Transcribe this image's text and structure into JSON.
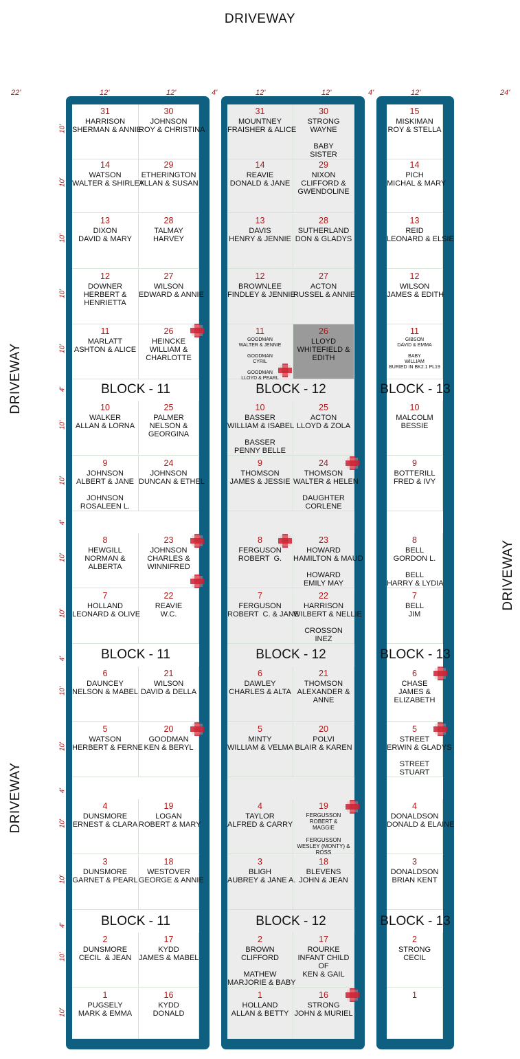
{
  "colors": {
    "frame": "#0e5f80",
    "number": "#b01616",
    "dimension": "#b01616",
    "grid": "#d6e2d6"
  },
  "driveways": {
    "top": "DRIVEWAY",
    "left_upper": "DRIVEWAY",
    "left_lower": "DRIVEWAY",
    "right": "DRIVEWAY"
  },
  "dimensions": {
    "outer_left": "22'",
    "outer_right": "24'",
    "column": "12'",
    "aisle": "4'",
    "row": "10'",
    "gap": "4'"
  },
  "icons": {
    "marker": "red-cross-icon"
  },
  "block_labels": {
    "b11": "BLOCK - 11",
    "b12": "BLOCK - 12",
    "b13": "BLOCK - 13"
  },
  "rows": [
    {
      "b11a": {
        "n": "31",
        "t": "HARRISON\nSHERMAN & ANNIE"
      },
      "b11b": {
        "n": "30",
        "t": "JOHNSON\nROY & CHRISTINA"
      },
      "b12a": {
        "n": "31",
        "t": "MOUNTNEY\nFRAISHER & ALICE"
      },
      "b12b": {
        "n": "30",
        "t": "STRONG\nWAYNE\n\nBABY\nSISTER"
      },
      "b13": {
        "n": "15",
        "t": "MISKIMAN\nROY & STELLA"
      }
    },
    {
      "b11a": {
        "n": "14",
        "t": "WATSON\nWALTER & SHIRLEY"
      },
      "b11b": {
        "n": "29",
        "t": "ETHERINGTON\nALLAN & SUSAN"
      },
      "b12a": {
        "n": "14",
        "t": "REAVIE\nDONALD & JANE"
      },
      "b12b": {
        "n": "29",
        "t": "NIXON\nCLIFFORD &\nGWENDOLINE"
      },
      "b13": {
        "n": "14",
        "t": "PICH\nMICHAL & MARY"
      }
    },
    {
      "b11a": {
        "n": "13",
        "t": "DIXON\nDAVID & MARY"
      },
      "b11b": {
        "n": "28",
        "t": "TALMAY\nHARVEY"
      },
      "b12a": {
        "n": "13",
        "t": "DAVIS\nHENRY & JENNIE"
      },
      "b12b": {
        "n": "28",
        "t": "SUTHERLAND\nDON & GLADYS"
      },
      "b13": {
        "n": "13",
        "t": "REID\nLEONARD & ELSIE"
      }
    },
    {
      "b11a": {
        "n": "12",
        "t": "DOWNER\nHERBERT &\nHENRIETTA"
      },
      "b11b": {
        "n": "27",
        "t": "WILSON\nEDWARD & ANNIE"
      },
      "b12a": {
        "n": "12",
        "t": "BROWNLEE\nFINDLEY & JENNIE"
      },
      "b12b": {
        "n": "27",
        "t": "ACTON\nRUSSEL & ANNIE"
      },
      "b13": {
        "n": "12",
        "t": "WILSON\nJAMES & EDITH"
      }
    },
    {
      "b11a": {
        "n": "11",
        "t": "MARLATT\nASHTON & ALICE"
      },
      "b11b": {
        "n": "26",
        "t": "HEINCKE\nWILLIAM &\nCHARLOTTE"
      },
      "b12a": {
        "n": "11",
        "t": "GOODMAN\nWALTER & JENNIE\n\nGOODMAN\nCYRIL\n\nGOODMAN\nLLOYD & PEARL"
      },
      "b12b": {
        "n": "26",
        "t": "LLOYD\nWHITEFIELD &\nEDITH"
      },
      "b13": {
        "n": "11",
        "t": "GIBSON\nDAVID & EMMA\n\nBABY\nWILLIAM\nBURIED IN BK2.1 PL19"
      }
    },
    {
      "b11a": {
        "n": "10",
        "t": "WALKER\nALLAN & LORNA"
      },
      "b11b": {
        "n": "25",
        "t": "PALMER\nNELSON &\nGEORGINA"
      },
      "b12a": {
        "n": "10",
        "t": "BASSER\nWILLIAM & ISABEL\n\nBASSER\nPENNY BELLE"
      },
      "b12b": {
        "n": "25",
        "t": "ACTON\nLLOYD & ZOLA"
      },
      "b13": {
        "n": "10",
        "t": "MALCOLM\nBESSIE"
      }
    },
    {
      "b11a": {
        "n": "9",
        "t": "JOHNSON\nALBERT & JANE\n\nJOHNSON\nROSALEEN L."
      },
      "b11b": {
        "n": "24",
        "t": "JOHNSON\nDUNCAN & ETHEL"
      },
      "b12a": {
        "n": "9",
        "t": "THOMSON\nJAMES & JESSIE"
      },
      "b12b": {
        "n": "24",
        "t": "THOMSON\nWALTER & HELEN\n\nDAUGHTER\nCORLENE"
      },
      "b13": {
        "n": "9",
        "t": "BOTTERILL\nFRED & IVY"
      }
    },
    {
      "b11a": {
        "n": "8",
        "t": "HEWGILL\nNORMAN &\nALBERTA"
      },
      "b11b": {
        "n": "23",
        "t": "JOHNSON\nCHARLES &\nWINNIFRED"
      },
      "b12a": {
        "n": "8",
        "t": "FERGUSON\nROBERT  G."
      },
      "b12b": {
        "n": "23",
        "t": "HOWARD\nHAMILTON & MAUD\n\nHOWARD\nEMILY MAY"
      },
      "b13": {
        "n": "8",
        "t": "BELL\nGORDON L.\n\nBELL\nHARRY & LYDIA"
      }
    },
    {
      "b11a": {
        "n": "7",
        "t": "HOLLAND\nLEONARD & OLIVE"
      },
      "b11b": {
        "n": "22",
        "t": "REAVIE\nW.C."
      },
      "b12a": {
        "n": "7",
        "t": "FERGUSON\nROBERT  C. & JANE"
      },
      "b12b": {
        "n": "22",
        "t": "HARRISON\nWILBERT & NELLIE\n\nCROSSON\nINEZ"
      },
      "b13": {
        "n": "7",
        "t": "BELL\nJIM"
      }
    },
    {
      "b11a": {
        "n": "6",
        "t": "DAUNCEY\nNELSON & MABEL"
      },
      "b11b": {
        "n": "21",
        "t": "WILSON\nDAVID & DELLA"
      },
      "b12a": {
        "n": "6",
        "t": "DAWLEY\nCHARLES & ALTA"
      },
      "b12b": {
        "n": "21",
        "t": "THOMSON\nALEXANDER &\nANNE"
      },
      "b13": {
        "n": "6",
        "t": "CHASE\nJAMES &\nELIZABETH"
      }
    },
    {
      "b11a": {
        "n": "5",
        "t": "WATSON\nHERBERT & FERNE"
      },
      "b11b": {
        "n": "20",
        "t": "GOODMAN\nKEN & BERYL"
      },
      "b12a": {
        "n": "5",
        "t": "MINTY\nWILLIAM & VELMA"
      },
      "b12b": {
        "n": "20",
        "t": "POLVI\nBLAIR & KAREN"
      },
      "b13": {
        "n": "5",
        "t": "STREET\nERWIN & GLADYS\n\nSTREET\nSTUART"
      }
    },
    {
      "b11a": {
        "n": "4",
        "t": "DUNSMORE\nERNEST & CLARA"
      },
      "b11b": {
        "n": "19",
        "t": "LOGAN\nROBERT & MARY"
      },
      "b12a": {
        "n": "4",
        "t": "TAYLOR\nALFRED & CARRY"
      },
      "b12b": {
        "n": "19",
        "t": "FERGUSSON\nROBERT &\nMAGGIE\n\nFERGUSSON\nWESLEY (MONTY) &\nROSS"
      },
      "b13": {
        "n": "4",
        "t": "DONALDSON\nDONALD & ELAINE"
      }
    },
    {
      "b11a": {
        "n": "3",
        "t": "DUNSMORE\nGARNET & PEARL"
      },
      "b11b": {
        "n": "18",
        "t": "WESTOVER\nGEORGE & ANNIE"
      },
      "b12a": {
        "n": "3",
        "t": "BLIGH\nAUBREY & JANE A."
      },
      "b12b": {
        "n": "18",
        "t": "BLEVENS\nJOHN & JEAN"
      },
      "b13": {
        "n": "3",
        "t": "DONALDSON\nBRIAN KENT"
      }
    },
    {
      "b11a": {
        "n": "2",
        "t": "DUNSMORE\nCECIL  & JEAN"
      },
      "b11b": {
        "n": "17",
        "t": "KYDD\nJAMES & MABEL"
      },
      "b12a": {
        "n": "2",
        "t": "BROWN\nCLIFFORD\n\nMATHEW\nMARJORIE & BABY"
      },
      "b12b": {
        "n": "17",
        "t": "ROURKE\nINFANT CHILD\nOF\nKEN & GAIL"
      },
      "b13": {
        "n": "2",
        "t": "STRONG\nCECIL"
      }
    },
    {
      "b11a": {
        "n": "1",
        "t": "PUGSELY\nMARK & EMMA"
      },
      "b11b": {
        "n": "16",
        "t": "KYDD\nDONALD"
      },
      "b12a": {
        "n": "1",
        "t": "HOLLAND\nALLAN & BETTY"
      },
      "b12b": {
        "n": "16",
        "t": "STRONG\nJOHN & MURIEL"
      },
      "b13": {
        "n": "1",
        "t": ""
      }
    }
  ]
}
